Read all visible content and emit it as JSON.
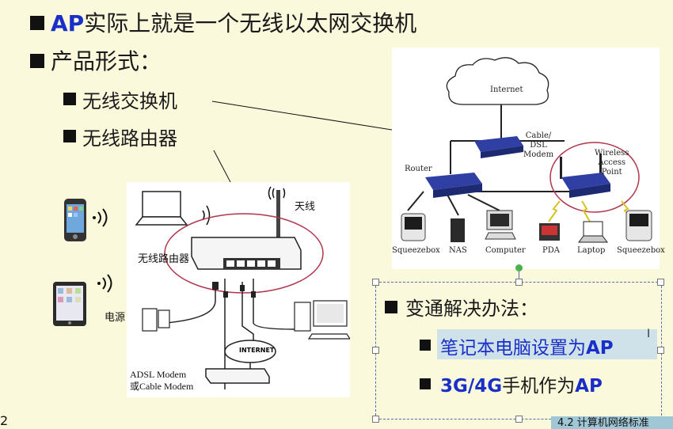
{
  "slide": {
    "heading1_accent": "AP",
    "heading1_rest": "实际上就是一个无线以太网交换机",
    "heading2": "产品形式：",
    "sub_items": [
      "无线交换机",
      "无线路由器"
    ],
    "page_number": "2",
    "footer_tab": "4.2 计算机网络标准"
  },
  "left_diagram": {
    "antenna_label": "天线",
    "router_label": "无线路由器",
    "power_label": "电源",
    "internet_label": "INTERNET",
    "modem_label_line1": "ADSL Modem",
    "modem_label_line2": "或Cable Modem"
  },
  "right_diagram": {
    "cloud_label": "Internet",
    "modem_label": [
      "Cable/",
      "DSL",
      "Modem"
    ],
    "router_label": "Router",
    "wap_label": [
      "Wireless",
      "Access",
      "Point"
    ],
    "devices": [
      "Squeezebox",
      "NAS",
      "Computer",
      "PDA",
      "Laptop",
      "Squeezebox"
    ]
  },
  "callout": {
    "title": "变通解决办法：",
    "items": [
      {
        "pre": "笔记本电脑设置为",
        "accent": "AP"
      },
      {
        "pre": "",
        "accent": "3G/4G",
        "post": "手机作为",
        "accent2": "AP"
      }
    ]
  },
  "icons": [
    "phone-icon",
    "tablet-icon",
    "wifi-signal-icon",
    "laptop-icon",
    "router-icon",
    "antenna-icon",
    "power-adapter-icon",
    "cloud-icon",
    "modem-icon",
    "desktop-computer-icon"
  ]
}
